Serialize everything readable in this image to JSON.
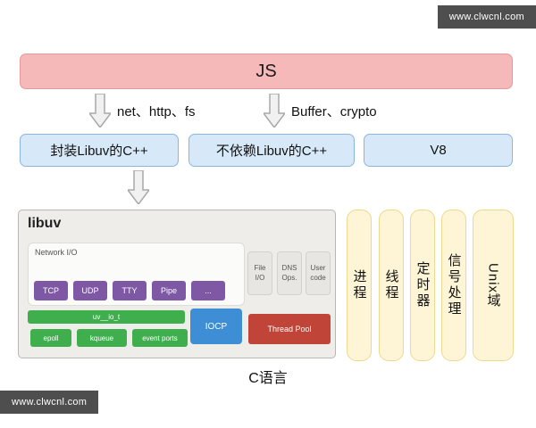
{
  "watermarks": {
    "top": "www.clwcnl.com",
    "bottom": "www.clwcnl.com"
  },
  "top_box": {
    "label": "JS"
  },
  "flow_labels": {
    "left": "net、http、fs",
    "right": "Buffer、crypto"
  },
  "middle_boxes": [
    {
      "label": "封装Libuv的C++"
    },
    {
      "label": "不依赖Libuv的C++"
    },
    {
      "label": "V8"
    }
  ],
  "libuv": {
    "title": "libuv",
    "network_io_label": "Network I/O",
    "handles": [
      "TCP",
      "UDP",
      "TTY",
      "Pipe",
      "..."
    ],
    "side_boxes": [
      {
        "line1": "File",
        "line2": "I/O"
      },
      {
        "line1": "DNS",
        "line2": "Ops."
      },
      {
        "line1": "User",
        "line2": "code"
      }
    ],
    "uv_io_t": "uv__io_t",
    "iocp": "IOCP",
    "thread_pool": "Thread Pool",
    "pollers": [
      "epoll",
      "kqueue",
      "event ports"
    ]
  },
  "vertical_boxes": [
    "进程",
    "线程",
    "定时器",
    "信号处理",
    "Unix域"
  ],
  "bottom_label": "C语言",
  "colors": {
    "js_fill": "#f6b9ba",
    "js_border": "#e29a9b",
    "blue_fill": "#d7e9f8",
    "blue_border": "#8ab5e0",
    "yellow_fill": "#fdf5d6",
    "yellow_border": "#ecd98e",
    "purple": "#7e57a5",
    "green": "#3faf4d",
    "iocp_blue": "#3e8ed6",
    "thread_pool_red": "#c04437",
    "watermark_bg": "#4e4e4e"
  }
}
